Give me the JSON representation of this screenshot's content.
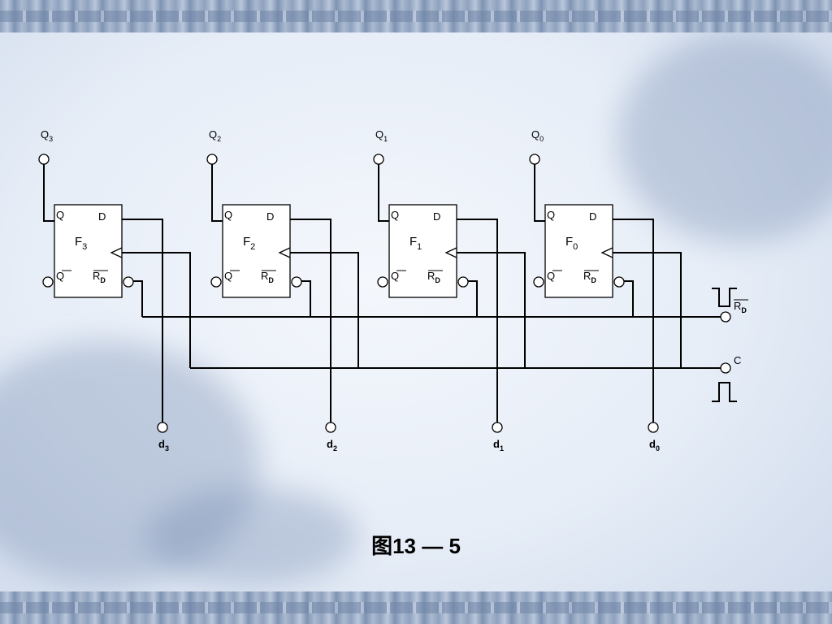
{
  "diagram": {
    "flipflops": [
      {
        "name": "F",
        "sub": "3",
        "q": "Q",
        "d": "D",
        "qbar": "Q",
        "rd": "R",
        "rd_sub": "D",
        "out": "Q",
        "out_sub": "3",
        "in": "d",
        "in_sub": "3"
      },
      {
        "name": "F",
        "sub": "2",
        "q": "Q",
        "d": "D",
        "qbar": "Q",
        "rd": "R",
        "rd_sub": "D",
        "out": "Q",
        "out_sub": "2",
        "in": "d",
        "in_sub": "2"
      },
      {
        "name": "F",
        "sub": "1",
        "q": "Q",
        "d": "D",
        "qbar": "Q",
        "rd": "R",
        "rd_sub": "D",
        "out": "Q",
        "out_sub": "1",
        "in": "d",
        "in_sub": "1"
      },
      {
        "name": "F",
        "sub": "0",
        "q": "Q",
        "d": "D",
        "qbar": "Q",
        "rd": "R",
        "rd_sub": "D",
        "out": "Q",
        "out_sub": "0",
        "in": "d",
        "in_sub": "0"
      }
    ],
    "reset_label": "R",
    "reset_label_sub": "D",
    "clock_label": "C"
  },
  "caption": "图13 — 5"
}
